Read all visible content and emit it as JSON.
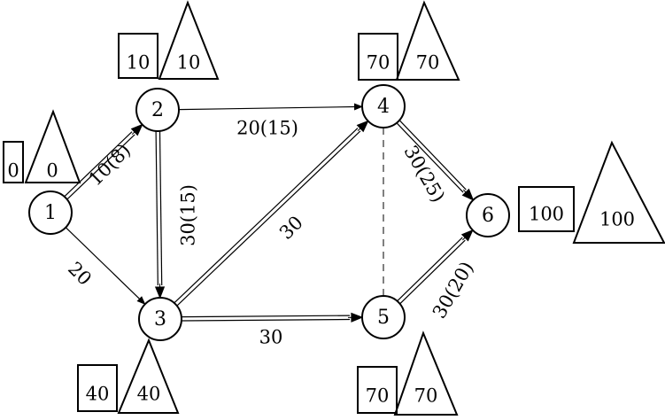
{
  "diagram": {
    "nodes": [
      {
        "id": "1",
        "label": "1",
        "es": "0",
        "ls": "0"
      },
      {
        "id": "2",
        "label": "2",
        "es": "10",
        "ls": "10"
      },
      {
        "id": "3",
        "label": "3",
        "es": "40",
        "ls": "40"
      },
      {
        "id": "4",
        "label": "4",
        "es": "70",
        "ls": "70"
      },
      {
        "id": "5",
        "label": "5",
        "es": "70",
        "ls": "70"
      },
      {
        "id": "6",
        "label": "6",
        "es": "100",
        "ls": "100"
      }
    ],
    "edges": [
      {
        "from": "1",
        "to": "2",
        "label": "10(8)",
        "critical": true,
        "dummy": false
      },
      {
        "from": "1",
        "to": "3",
        "label": "20",
        "critical": false,
        "dummy": false
      },
      {
        "from": "2",
        "to": "3",
        "label": "30(15)",
        "critical": true,
        "dummy": false
      },
      {
        "from": "2",
        "to": "4",
        "label": "20(15)",
        "critical": false,
        "dummy": false
      },
      {
        "from": "3",
        "to": "4",
        "label": "30",
        "critical": true,
        "dummy": false
      },
      {
        "from": "3",
        "to": "5",
        "label": "30",
        "critical": true,
        "dummy": false
      },
      {
        "from": "4",
        "to": "6",
        "label": "30(25)",
        "critical": true,
        "dummy": false
      },
      {
        "from": "5",
        "to": "6",
        "label": "30(20)",
        "critical": true,
        "dummy": false
      },
      {
        "from": "4",
        "to": "5",
        "label": "",
        "critical": false,
        "dummy": true
      }
    ]
  }
}
